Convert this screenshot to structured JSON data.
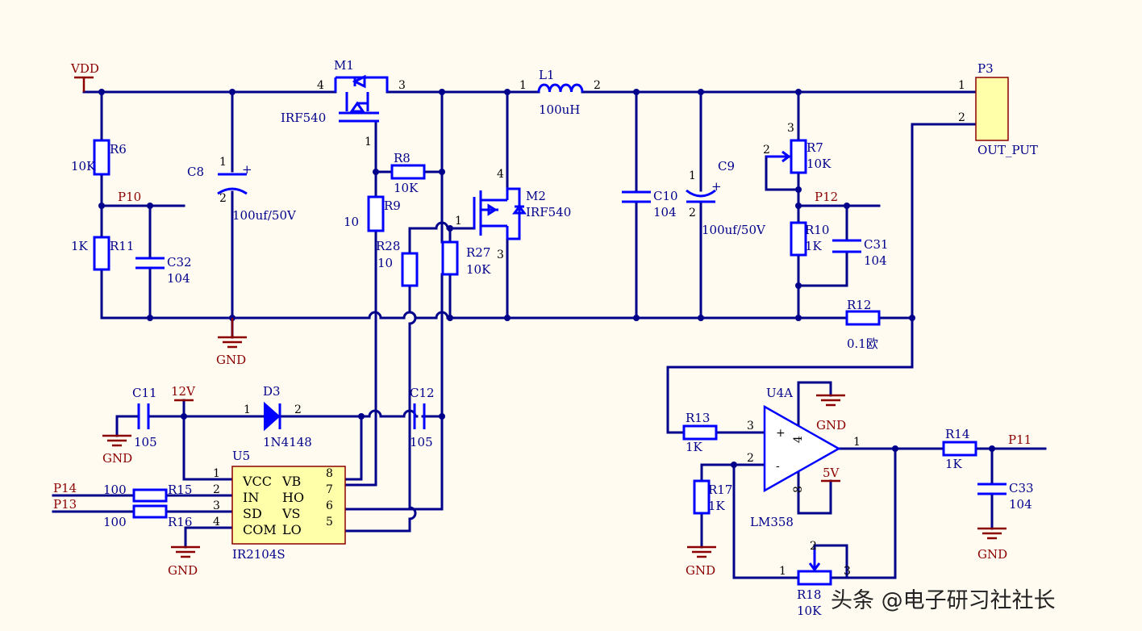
{
  "colors": {
    "background": "#fffbf0",
    "wire": "#00008b",
    "part": "#0000ff",
    "power": "#8b0000",
    "connector": "#ffff99"
  },
  "power": {
    "vdd": "VDD",
    "gnd": "GND",
    "v12": "12V",
    "v5": "5V"
  },
  "ports": {
    "p10": "P10",
    "p11": "P11",
    "p12": "P12",
    "p13": "P13",
    "p14": "P14"
  },
  "resistors": {
    "r6": {
      "ref": "R6",
      "value": "10K"
    },
    "r11": {
      "ref": "R11",
      "value": "1K"
    },
    "r8": {
      "ref": "R8",
      "value": "10K"
    },
    "r9": {
      "ref": "R9",
      "value": "10"
    },
    "r28": {
      "ref": "R28",
      "value": "10"
    },
    "r27": {
      "ref": "R27",
      "value": "10K"
    },
    "r7": {
      "ref": "R7",
      "value": "10K"
    },
    "r10": {
      "ref": "R10",
      "value": "1K"
    },
    "r12": {
      "ref": "R12",
      "value": "0.1欧"
    },
    "r13": {
      "ref": "R13",
      "value": "1K"
    },
    "r14": {
      "ref": "R14",
      "value": "1K"
    },
    "r15": {
      "ref": "R15",
      "value": "100"
    },
    "r16": {
      "ref": "R16",
      "value": "100"
    },
    "r17": {
      "ref": "R17",
      "value": "1K"
    },
    "r18": {
      "ref": "R18",
      "value": "10K"
    }
  },
  "capacitors": {
    "c8": {
      "ref": "C8",
      "value": "100uf/50V"
    },
    "c9": {
      "ref": "C9",
      "value": "100uf/50V"
    },
    "c10": {
      "ref": "C10",
      "value": "104"
    },
    "c11": {
      "ref": "C11",
      "value": "105"
    },
    "c12": {
      "ref": "C12",
      "value": "105"
    },
    "c31": {
      "ref": "C31",
      "value": "104"
    },
    "c32": {
      "ref": "C32",
      "value": "104"
    },
    "c33": {
      "ref": "C33",
      "value": "104"
    }
  },
  "inductor": {
    "ref": "L1",
    "value": "100uH"
  },
  "mosfets": {
    "m1": {
      "ref": "M1",
      "value": "IRF540"
    },
    "m2": {
      "ref": "M2",
      "value": "IRF540"
    }
  },
  "diode": {
    "ref": "D3",
    "value": "1N4148"
  },
  "driver": {
    "ref": "U5",
    "value": "IR2104S",
    "pins_left": [
      "VCC",
      "IN",
      "SD",
      "COM"
    ],
    "pins_right": [
      "VB",
      "HO",
      "VS",
      "LO"
    ]
  },
  "opamp": {
    "ref": "U4A",
    "value": "LM358",
    "plus": "+",
    "minus": "-"
  },
  "connector": {
    "ref": "P3",
    "value": "OUT_PUT"
  },
  "pin_numbers": {
    "m1_4": "4",
    "m1_3": "3",
    "m1_1": "1",
    "l1_1": "1",
    "l1_2": "2",
    "c8_1": "1",
    "c8_2": "2",
    "c9_1": "1",
    "c9_2": "2",
    "m2_4": "4",
    "m2_1": "1",
    "m2_3": "3",
    "r7_2": "2",
    "r7_3": "3",
    "p3_1": "1",
    "p3_2": "2",
    "d3_1": "1",
    "d3_2": "2",
    "u5_1": "1",
    "u5_2": "2",
    "u5_3": "3",
    "u5_4": "4",
    "u5_5": "5",
    "u5_6": "6",
    "u5_7": "7",
    "u5_8": "8",
    "u4_1": "1",
    "u4_2": "2",
    "u4_3": "3",
    "u4_4": "4",
    "u4_8": "8",
    "r18_1": "1",
    "r18_2": "2",
    "r18_3": "3"
  },
  "watermark": "头条 @电子研习社社长"
}
